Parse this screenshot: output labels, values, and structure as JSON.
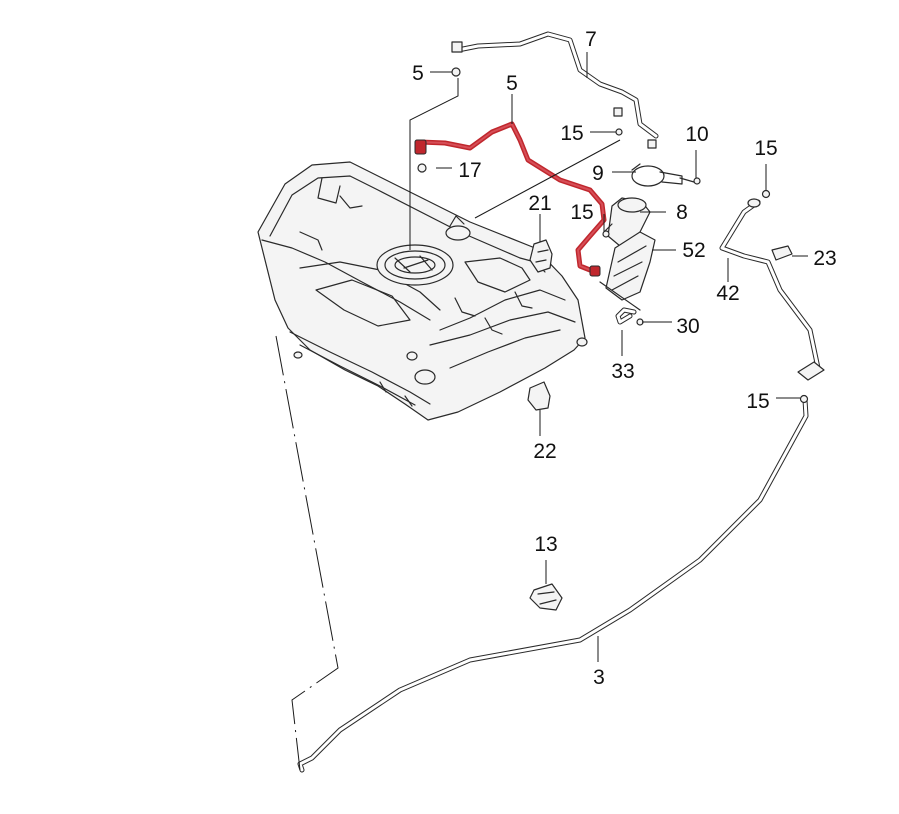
{
  "colors": {
    "highlight": "#c0272d",
    "highlight_light": "#e8707a",
    "linework": "#2a2a2a",
    "background": "#ffffff"
  },
  "callouts": {
    "c7": "7",
    "c5a": "5",
    "c5b": "5",
    "c15a": "15",
    "c10": "10",
    "c15b": "15",
    "c17": "17",
    "c9": "9",
    "c21": "21",
    "c15c": "15",
    "c8": "8",
    "c52": "52",
    "c23": "23",
    "c42": "42",
    "c30": "30",
    "c33": "33",
    "c15d": "15",
    "c22": "22",
    "c13": "13",
    "c3": "3"
  }
}
